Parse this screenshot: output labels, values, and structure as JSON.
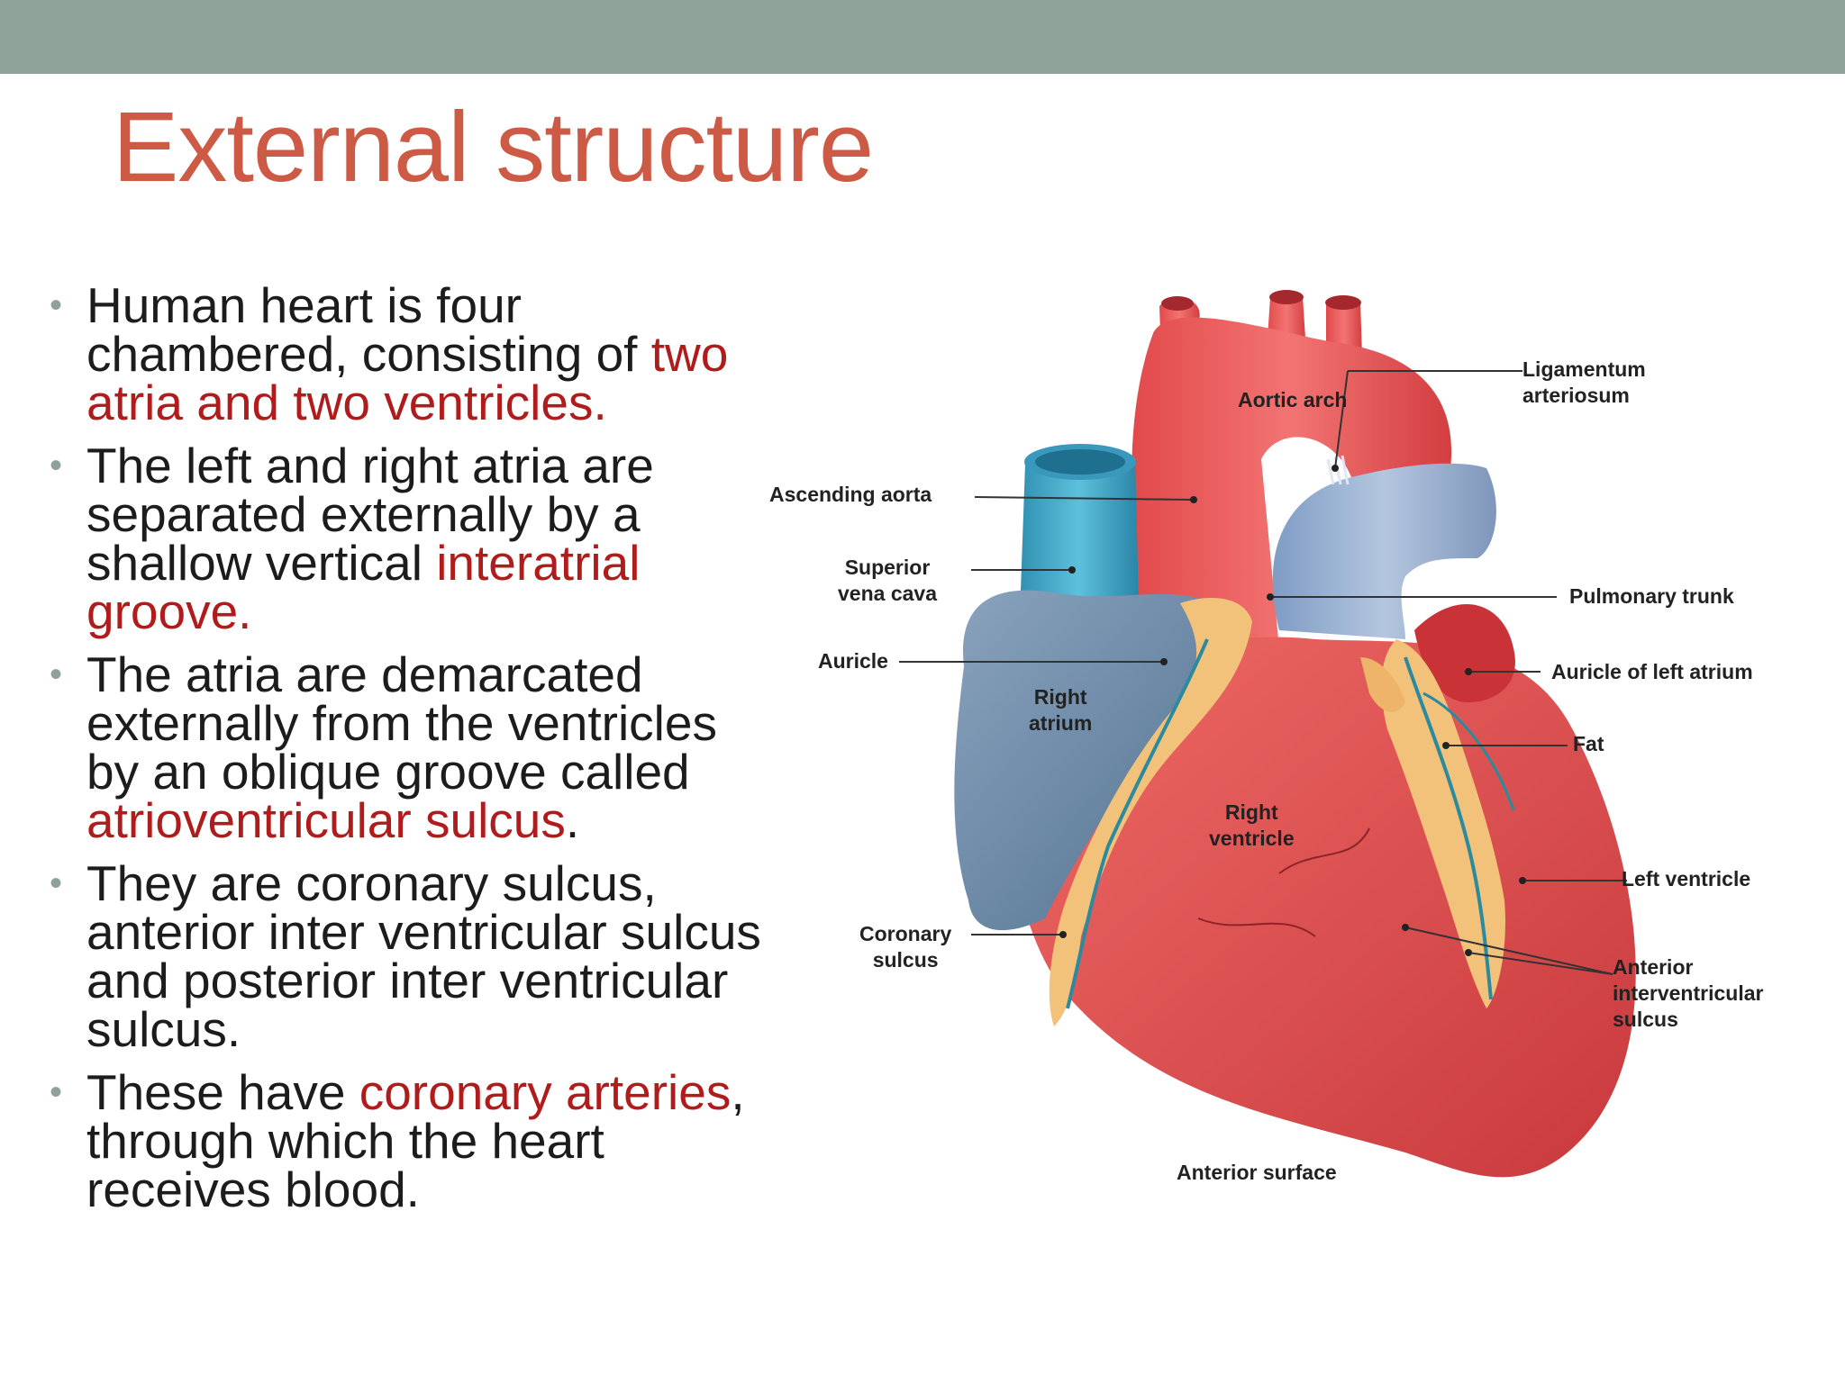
{
  "slide": {
    "title": "External structure",
    "bullets": [
      {
        "segments": [
          {
            "text": "Human heart is four chambered, consisting of ",
            "hl": false
          },
          {
            "text": "two atria and two ventricles.",
            "hl": true
          }
        ]
      },
      {
        "segments": [
          {
            "text": "The left and right atria are separated externally by a shallow vertical ",
            "hl": false
          },
          {
            "text": "interatrial groove.",
            "hl": true
          }
        ]
      },
      {
        "segments": [
          {
            "text": "The atria are demarcated externally from the ventricles by an oblique groove called ",
            "hl": false
          },
          {
            "text": "atrioventricular sulcus",
            "hl": true
          },
          {
            "text": ".",
            "hl": false
          }
        ]
      },
      {
        "segments": [
          {
            "text": "They are coronary sulcus, anterior inter ventricular sulcus and posterior inter ventricular sulcus.",
            "hl": false
          }
        ]
      },
      {
        "segments": [
          {
            "text": "These have ",
            "hl": false
          },
          {
            "text": "coronary arteries",
            "hl": true
          },
          {
            "text": ", through which the heart receives blood.",
            "hl": false
          }
        ]
      }
    ]
  },
  "figure": {
    "labels": {
      "ascending_aorta": "Ascending aorta",
      "superior_vena_cava": "Superior\nvena cava",
      "auricle": "Auricle",
      "coronary_sulcus": "Coronary\nsulcus",
      "aortic_arch": "Aortic arch",
      "right_atrium": "Right\natrium",
      "right_ventricle": "Right\nventricle",
      "ligamentum_arteriosum": "Ligamentum\narteriosum",
      "pulmonary_trunk": "Pulmonary trunk",
      "auricle_left_atrium": "Auricle of left atrium",
      "fat": "Fat",
      "left_ventricle": "Left ventricle",
      "anterior_interventricular_sulcus": "Anterior\ninterventricular\nsulcus",
      "caption": "Anterior surface"
    }
  },
  "colors": {
    "top_bar": "#8fa299",
    "title": "#cc5a44",
    "highlight": "#b01c1c",
    "heart_red": "#e0504f",
    "vein_blue": "#6f8fae",
    "fat_yellow": "#f2c27a"
  }
}
